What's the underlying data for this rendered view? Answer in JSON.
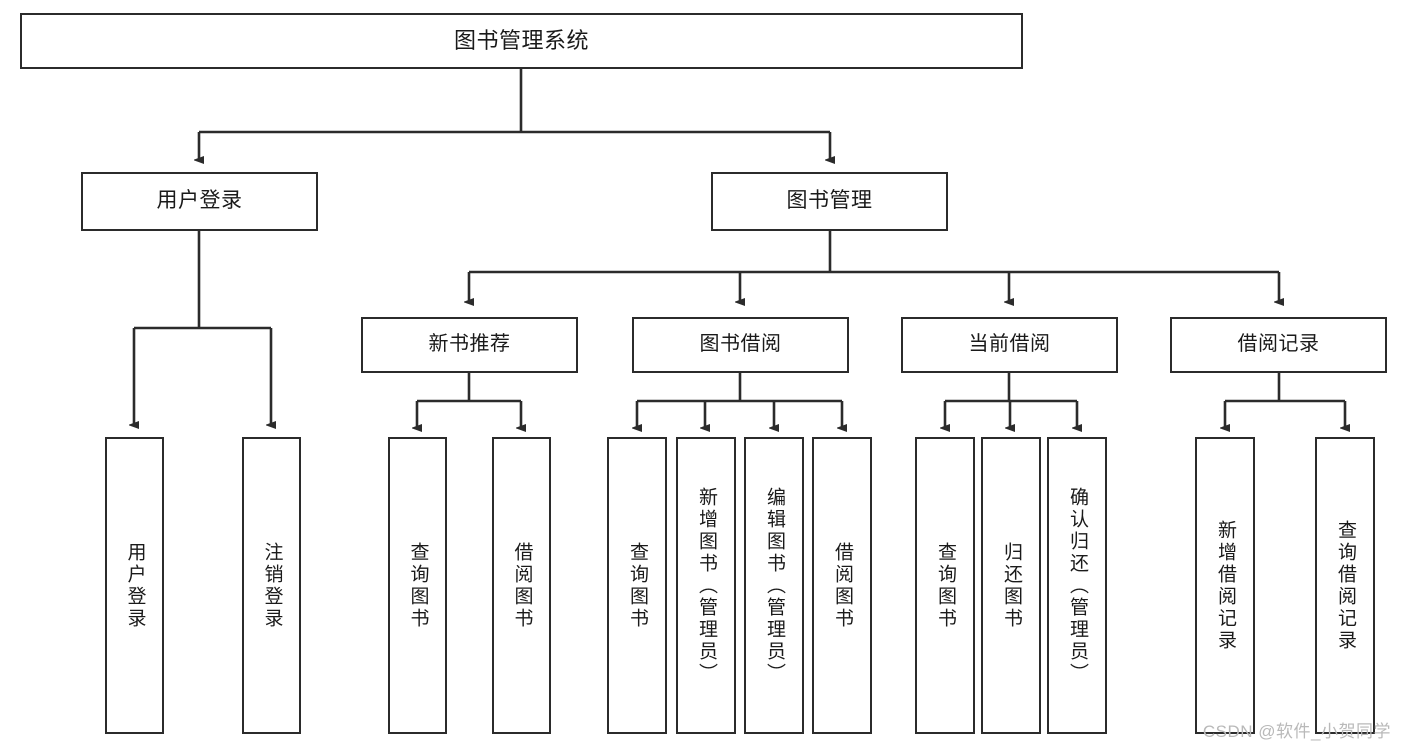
{
  "title": "图书管理系统",
  "watermark": "CSDN @软件_小贺同学",
  "diagram": {
    "type": "tree",
    "orientation": "top-down",
    "box_fill": "#ffffff",
    "box_stroke": "#2b2b2b",
    "text_color": "#1a1a1a",
    "connector_color": "#2b2b2b"
  },
  "nodes": {
    "root": {
      "label": "图书管理系统",
      "level": 1
    },
    "user_login": {
      "label": "用户登录",
      "level": 2
    },
    "book_manage": {
      "label": "图书管理",
      "level": 2
    },
    "new_book_rec": {
      "label": "新书推荐",
      "level": 3
    },
    "book_borrow": {
      "label": "图书借阅",
      "level": 3
    },
    "current_borrow": {
      "label": "当前借阅",
      "level": 3
    },
    "borrow_record": {
      "label": "借阅记录",
      "level": 3
    },
    "leaf_user_login": {
      "label": "用户登录",
      "level": 4
    },
    "leaf_user_logout": {
      "label": "注销登录",
      "level": 4
    },
    "leaf_rec_query": {
      "label": "查询图书",
      "level": 4
    },
    "leaf_rec_borrow": {
      "label": "借阅图书",
      "level": 4
    },
    "leaf_borrow_query": {
      "label": "查询图书",
      "level": 4
    },
    "leaf_borrow_add": {
      "label": "新增图书（管理员）",
      "level": 4
    },
    "leaf_borrow_edit": {
      "label": "编辑图书（管理员）",
      "level": 4
    },
    "leaf_borrow_lend": {
      "label": "借阅图书",
      "level": 4
    },
    "leaf_cur_query": {
      "label": "查询图书",
      "level": 4
    },
    "leaf_cur_return": {
      "label": "归还图书",
      "level": 4
    },
    "leaf_cur_confirm": {
      "label": "确认归还（管理员）",
      "level": 4
    },
    "leaf_rec_add": {
      "label": "新增借阅记录",
      "level": 4
    },
    "leaf_rec_query2": {
      "label": "查询借阅记录",
      "level": 4
    }
  },
  "edges": [
    {
      "from": "root",
      "to": "user_login"
    },
    {
      "from": "root",
      "to": "book_manage"
    },
    {
      "from": "user_login",
      "to": "leaf_user_login"
    },
    {
      "from": "user_login",
      "to": "leaf_user_logout"
    },
    {
      "from": "book_manage",
      "to": "new_book_rec"
    },
    {
      "from": "book_manage",
      "to": "book_borrow"
    },
    {
      "from": "book_manage",
      "to": "current_borrow"
    },
    {
      "from": "book_manage",
      "to": "borrow_record"
    },
    {
      "from": "new_book_rec",
      "to": "leaf_rec_query"
    },
    {
      "from": "new_book_rec",
      "to": "leaf_rec_borrow"
    },
    {
      "from": "book_borrow",
      "to": "leaf_borrow_query"
    },
    {
      "from": "book_borrow",
      "to": "leaf_borrow_add"
    },
    {
      "from": "book_borrow",
      "to": "leaf_borrow_edit"
    },
    {
      "from": "book_borrow",
      "to": "leaf_borrow_lend"
    },
    {
      "from": "current_borrow",
      "to": "leaf_cur_query"
    },
    {
      "from": "current_borrow",
      "to": "leaf_cur_return"
    },
    {
      "from": "current_borrow",
      "to": "leaf_cur_confirm"
    },
    {
      "from": "borrow_record",
      "to": "leaf_rec_add"
    },
    {
      "from": "borrow_record",
      "to": "leaf_rec_query2"
    }
  ]
}
